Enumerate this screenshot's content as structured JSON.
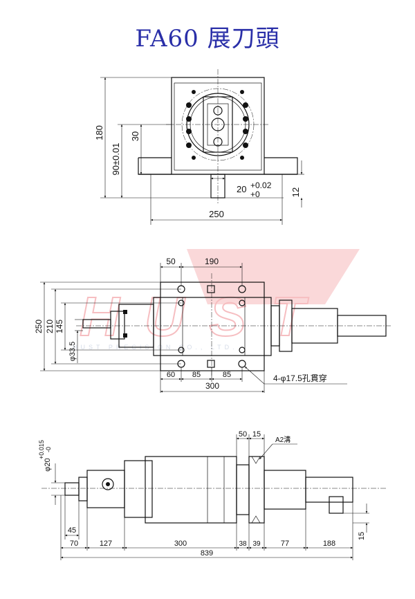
{
  "title": "FA60 展刀頭",
  "watermark": {
    "letters": "HUST",
    "company": "HUST PRECISION CO., LTD.",
    "color": "#e8474f"
  },
  "top_view": {
    "dims": {
      "height_total": "180",
      "height_center": "90±0.01",
      "height_30": "30",
      "keyway": "20",
      "keyway_tol_upper": "+0.02",
      "keyway_tol_lower": "+0",
      "depth_12": "12",
      "width_250": "250"
    }
  },
  "side_view": {
    "dims": {
      "d50": "50",
      "d190": "190",
      "d250": "250",
      "d210": "210",
      "d145": "145",
      "dia33_5": "φ33.5",
      "d60": "60",
      "d85a": "85",
      "d85b": "85",
      "d300": "300"
    },
    "hole_note": "4-φ17.5孔貫穿"
  },
  "front_view": {
    "dims": {
      "shaft_dia": "φ20",
      "shaft_tol_upper": "+0.015",
      "shaft_tol_lower": "-0",
      "d50": "50",
      "d15": "15",
      "pulley_note": "A2溝",
      "d45": "45",
      "d70": "70",
      "d127": "127",
      "d300": "300",
      "d38": "38",
      "d39": "39",
      "d77": "77",
      "d188": "188",
      "d839": "839",
      "d15b": "15"
    }
  }
}
